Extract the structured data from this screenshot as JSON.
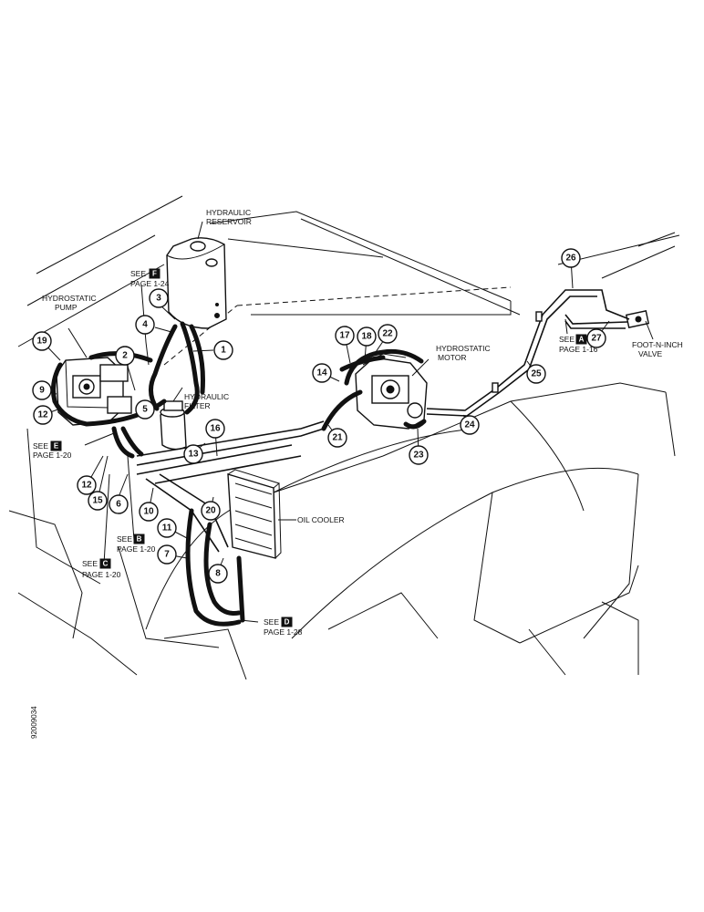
{
  "labels": {
    "hydraulic_reservoir": [
      "HYDRAULIC",
      "RESERVOIR"
    ],
    "hydrostatic_pump": [
      "HYDROSTATIC",
      "PUMP"
    ],
    "hydraulic_filter": [
      "HYDRAULIC",
      "FILTER"
    ],
    "hydrostatic_motor": [
      "HYDROSTATIC",
      "MOTOR"
    ],
    "oil_cooler": "OIL COOLER",
    "foot_n_inch_valve": [
      "FOOT-N-INCH",
      "VALVE"
    ]
  },
  "references": [
    {
      "id": "F",
      "see": "SEE",
      "page": "PAGE 1-24"
    },
    {
      "id": "E",
      "see": "SEE",
      "page": "PAGE 1-20"
    },
    {
      "id": "B",
      "see": "SEE",
      "page": "PAGE 1-20"
    },
    {
      "id": "C",
      "see": "SEE",
      "page": "PAGE 1-20"
    },
    {
      "id": "D",
      "see": "SEE",
      "page": "PAGE 1-28"
    },
    {
      "id": "A",
      "see": "SEE",
      "page": "PAGE 1-16"
    }
  ],
  "callouts": [
    "1",
    "2",
    "3",
    "4",
    "5",
    "6",
    "7",
    "8",
    "9",
    "10",
    "11",
    "12",
    "12",
    "13",
    "14",
    "15",
    "16",
    "17",
    "18",
    "19",
    "20",
    "21",
    "22",
    "23",
    "24",
    "25",
    "26",
    "27"
  ],
  "figure_id": "92009034"
}
